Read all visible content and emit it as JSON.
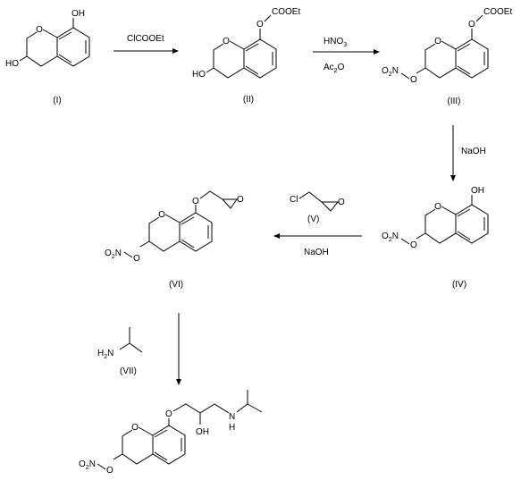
{
  "compounds": {
    "I": {
      "label": "(I)",
      "atoms": {
        "oh_phenol": "OH",
        "ring_o": "O",
        "ho": "HO"
      }
    },
    "II": {
      "label": "(II)",
      "atoms": {
        "ester_o": "O",
        "cooet": "COOEt",
        "ring_o": "O",
        "ho": "HO"
      }
    },
    "III": {
      "label": "(III)",
      "atoms": {
        "ester_o": "O",
        "cooet": "COOEt",
        "ring_o": "O",
        "o2n_o": "O",
        "n": "N",
        "o": "O",
        "o_link": "O"
      }
    },
    "IV": {
      "label": "(IV)",
      "atoms": {
        "oh_phenol": "OH",
        "ring_o": "O",
        "o2n_o": "O",
        "n": "N",
        "o": "O",
        "o_link": "O"
      }
    },
    "V": {
      "label": "(V)",
      "atoms": {
        "cl": "Cl",
        "epox_o": "O"
      }
    },
    "VI": {
      "label": "(VI)",
      "atoms": {
        "ether_o": "O",
        "epox_o": "O",
        "ring_o": "O",
        "o2n_o": "O",
        "n": "N",
        "o": "O",
        "o_link": "O"
      }
    },
    "VII": {
      "label": "(VII)",
      "atoms": {
        "h": "H",
        "n": "N",
        "two": "2"
      }
    },
    "product": {
      "atoms": {
        "ether_o": "O",
        "oh": "OH",
        "nh": "N",
        "h": "H",
        "ring_o": "O",
        "o2n_o": "O",
        "n": "N",
        "o": "O",
        "o_link": "O"
      }
    }
  },
  "reagents": {
    "step1": "ClCOOEt",
    "step2_top_main": "HNO",
    "step2_top_sub": "3",
    "step2_bottom_main": "Ac",
    "step2_bottom_sub": "2",
    "step2_bottom_tail": "O",
    "step3": "NaOH",
    "step4": "NaOH"
  }
}
